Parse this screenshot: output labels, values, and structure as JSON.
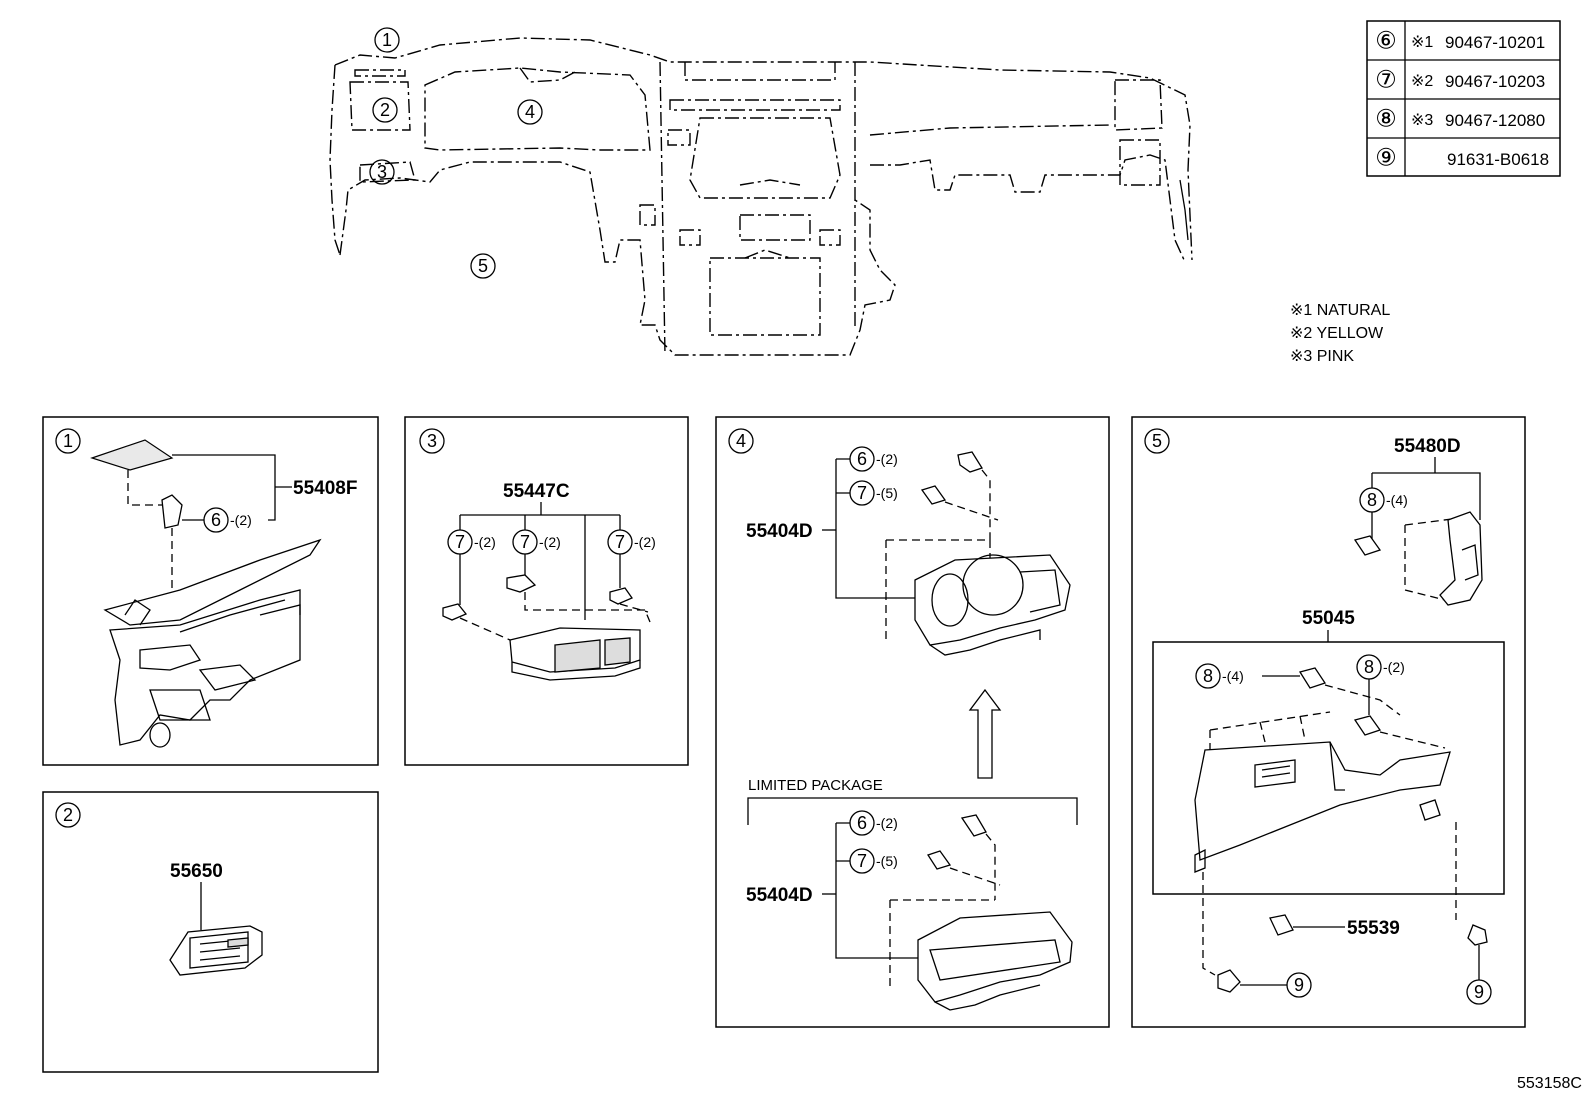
{
  "legend": {
    "rows": [
      {
        "ref": "⑥",
        "mark": "※1",
        "part": "90467-10201"
      },
      {
        "ref": "⑦",
        "mark": "※2",
        "part": "90467-10203"
      },
      {
        "ref": "⑧",
        "mark": "※3",
        "part": "90467-12080"
      },
      {
        "ref": "⑨",
        "mark": "",
        "part": "91631-B0618"
      }
    ],
    "notes": [
      "※1 NATURAL",
      "※2 YELLOW",
      "※3 PINK"
    ]
  },
  "overview": {
    "callouts": [
      "①",
      "②",
      "③",
      "④",
      "⑤"
    ]
  },
  "panels": {
    "p1": {
      "ref": "①",
      "part": "55408F",
      "clip": "⑥",
      "qty": "-(2)"
    },
    "p2": {
      "ref": "②",
      "part": "55650"
    },
    "p3": {
      "ref": "③",
      "part": "55447C",
      "clip": "⑦",
      "qty": "-(2)"
    },
    "p4": {
      "ref": "④",
      "part": "55404D",
      "clip6": "⑥",
      "qty6": "-(2)",
      "clip7": "⑦",
      "qty7": "-(5)",
      "limited_label": "LIMITED  PACKAGE",
      "part_lim": "55404D"
    },
    "p5": {
      "ref": "⑤",
      "part_top": "55480D",
      "clip_top": "⑧",
      "qty_top": "-(4)",
      "part_main": "55045",
      "clip_a": "⑧",
      "qty_a": "-(4)",
      "clip_b": "⑧",
      "qty_b": "-(2)",
      "part_small": "55539",
      "screw": "⑨"
    }
  },
  "drawing_id": "553158C"
}
